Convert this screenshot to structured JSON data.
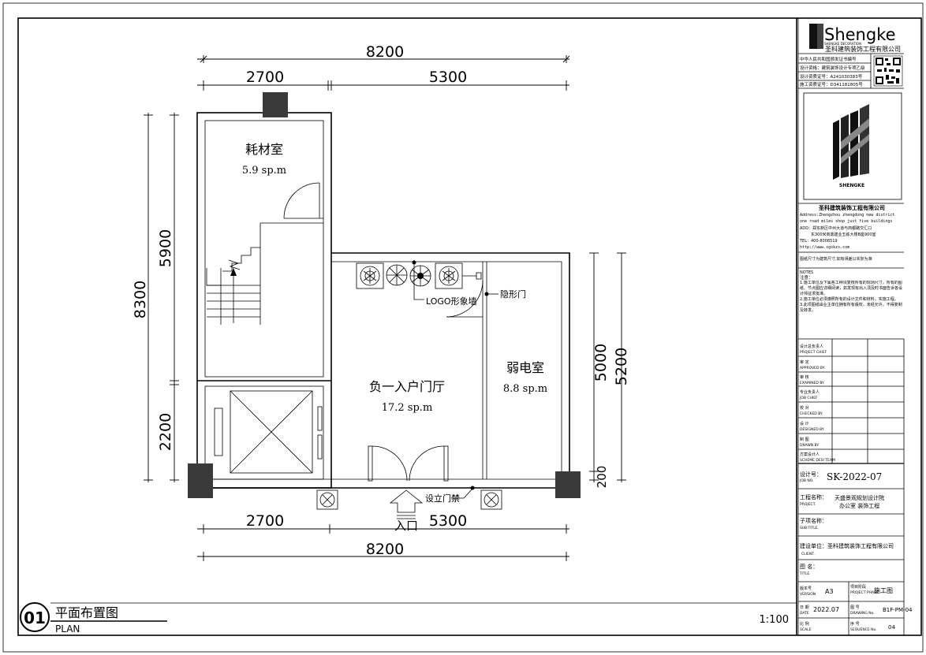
{
  "drawing": {
    "dims": {
      "top_total": "8200",
      "top_left": "2700",
      "top_right": "5300",
      "bottom_left": "2700",
      "bottom_right": "5300",
      "bottom_total": "8200",
      "left_total": "8300",
      "left_upper": "5900",
      "left_lower": "2200",
      "right_a": "5000",
      "right_b": "5200",
      "right_c": "200"
    },
    "rooms": {
      "storage_name": "耗材室",
      "storage_area": "5.9 sp.m",
      "lobby_name": "负一入户门厅",
      "lobby_area": "17.2 sp.m",
      "weak_name": "弱电室",
      "weak_area": "8.8 sp.m"
    },
    "notes": {
      "logo_wall": "LOGO形象墙",
      "hidden_door": "隐形门",
      "access_control": "设立门禁",
      "entrance": "入口"
    },
    "plan_number": "01",
    "plan_title_cn": "平面布置图",
    "plan_title_en": "PLAN",
    "scale": "1:100"
  },
  "titleblock": {
    "brand": "Shengke",
    "brand_sub": "SHENGKE DECORATION",
    "company_cn": "圣科建筑装饰工程有限公司",
    "cert_lines": [
      "中华人民共和国颁发证书编号",
      "设计资格：建筑装饰设计专项乙级",
      "设计资质证号：A241030383号",
      "施工资质证号：D341181805号"
    ],
    "logo_caption": "SHENGKE",
    "company_name": "圣科建筑装饰工程有限公司",
    "address_en_1": "Address:Zhengzhou zhengdong new district",
    "address_en_2": "one road miles shop just five buildings",
    "address_cn_1": "ADD：郑东新区中州大道与商都路交汇口",
    "address_cn_2": "东300米商鼎建业五栋大楼B座900室",
    "tel": "TEL：400-8008519",
    "web": "http://www.sgskzs.com",
    "disclaimer": "图纸尺寸为建筑尺寸,如有误差以实际为准",
    "notes_head_en": "NOTES",
    "notes_head_cn": "注意：",
    "notes": [
      "1.施工单位及下属各工种须复核所有的现场尺寸，所有的图纸、节点图应详细阅读，如发现有出入须及时书面告诉各设计师征求批准。",
      "2.施工单位必须遵照所有的设计文件和材料，实施工程。",
      "3.此项图纸由业主单位拥有所有版权，未经允许，不得复制及转发。"
    ],
    "roles": [
      {
        "cn": "设计总负责人",
        "en": "PROJECT CHIEF"
      },
      {
        "cn": "审    定",
        "en": "APPROVED BY."
      },
      {
        "cn": "审    核",
        "en": "EXAMINED BY."
      },
      {
        "cn": "专业负责人",
        "en": "JOB CHIEF"
      },
      {
        "cn": "校    对",
        "en": "CHECKED BY."
      },
      {
        "cn": "设    计",
        "en": "DESIGNED BY."
      },
      {
        "cn": "制    图",
        "en": "DRAWN BY."
      },
      {
        "cn": "方案设计人",
        "en": "SCHEME DESI TEAM"
      }
    ],
    "job_no_label": "设计号：",
    "job_no_en": "JOB NO.",
    "job_no": "SK-2022-07",
    "project_label": "工程名称：",
    "project_en": "PROJECT.",
    "project_1": "天盛景观规划设计院",
    "project_2": "办公室 装饰工程",
    "subtitle_label": "子项名称：",
    "subtitle_en": "SUB-TITLE.",
    "client_label": "建设单位：",
    "client_en": "CLIENT.",
    "client": "圣科建筑装饰工程有限公司",
    "title_label": "图 名：",
    "title_en": "TITLE.",
    "version_label": "版本号",
    "version_en": "VERSION",
    "version": "A3",
    "phase_label": "项目阶段",
    "phase_en": "PROJECT PHASE",
    "phase": "施工图",
    "date_label": "日 期",
    "date_en": "DATE",
    "date": "2022.07",
    "drawing_no_label": "图 号",
    "drawing_no_en": "DRAWING No.",
    "drawing_no": "B1F-PM-04",
    "scale_label": "比 例",
    "scale_en": "SCALE",
    "seq_label": "序 号",
    "seq_en": "SEQUENCE No.",
    "seq": "04"
  },
  "colors": {
    "line": "#000000",
    "column": "#3a3a3a",
    "paper": "#ffffff"
  }
}
